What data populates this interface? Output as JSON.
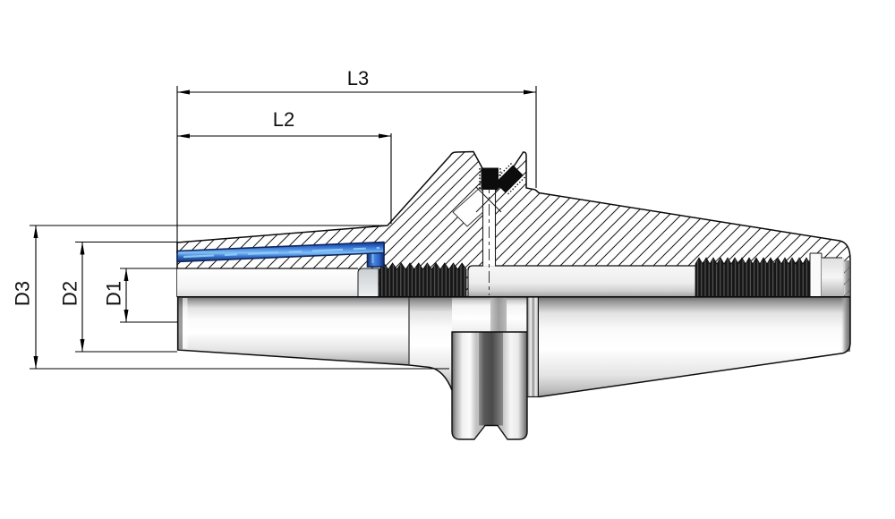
{
  "colors": {
    "background": "#ffffff",
    "outline": "#000000",
    "hatch_line": "#161616",
    "coolant_channel_blue": "#2f6fd0",
    "coolant_highlight_blue": "#8ecdf8",
    "screw_black": "#0c0c0c",
    "thread_black": "#171717"
  },
  "dimensions": {
    "l3": {
      "label": "L3"
    },
    "l2": {
      "label": "L2"
    },
    "d3": {
      "label": "D3"
    },
    "d2": {
      "label": "D2"
    },
    "d1": {
      "label": "D1"
    }
  }
}
